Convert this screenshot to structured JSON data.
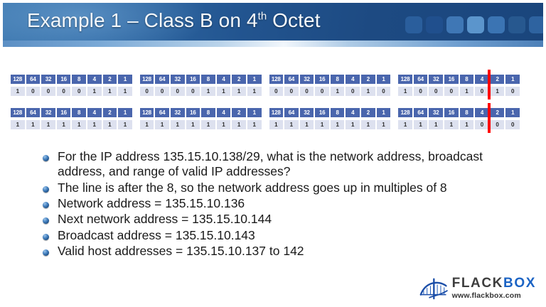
{
  "header": {
    "title_main": "Example 1 – Class B on 4",
    "title_sup": "th",
    "title_tail": " Octet",
    "squares": [
      {
        "name": "square-1",
        "color": "#2a5e9c"
      },
      {
        "name": "square-2",
        "color": "#204f8d"
      },
      {
        "name": "square-3",
        "color": "#3f77b5"
      },
      {
        "name": "square-4",
        "color": "#5b95cc"
      },
      {
        "name": "square-5",
        "color": "#3b74b3"
      },
      {
        "name": "square-6",
        "color": "#27588f"
      },
      {
        "name": "square-7",
        "color": "#2e63a0"
      }
    ]
  },
  "bit_tables": {
    "place_values": [
      "128",
      "64",
      "32",
      "16",
      "8",
      "4",
      "2",
      "1"
    ],
    "red_line_color": "#ff0000",
    "rows": [
      {
        "label": "ip-address-bits",
        "meaning": "135.15.10.138",
        "octets": [
          {
            "name": "octet-1",
            "bits": [
              "1",
              "0",
              "0",
              "0",
              "0",
              "1",
              "1",
              "1"
            ]
          },
          {
            "name": "octet-2",
            "bits": [
              "0",
              "0",
              "0",
              "0",
              "1",
              "1",
              "1",
              "1"
            ]
          },
          {
            "name": "octet-3",
            "bits": [
              "0",
              "0",
              "0",
              "0",
              "1",
              "0",
              "1",
              "0"
            ]
          },
          {
            "name": "octet-4",
            "bits": [
              "1",
              "0",
              "0",
              "0",
              "1",
              "0",
              "1",
              "0"
            ]
          }
        ]
      },
      {
        "label": "subnet-mask-bits",
        "meaning": "/29",
        "octets": [
          {
            "name": "octet-1",
            "bits": [
              "1",
              "1",
              "1",
              "1",
              "1",
              "1",
              "1",
              "1"
            ]
          },
          {
            "name": "octet-2",
            "bits": [
              "1",
              "1",
              "1",
              "1",
              "1",
              "1",
              "1",
              "1"
            ]
          },
          {
            "name": "octet-3",
            "bits": [
              "1",
              "1",
              "1",
              "1",
              "1",
              "1",
              "1",
              "1"
            ]
          },
          {
            "name": "octet-4",
            "bits": [
              "1",
              "1",
              "1",
              "1",
              "1",
              "0",
              "0",
              "0"
            ]
          }
        ]
      }
    ]
  },
  "bullets": [
    "For the IP address 135.15.10.138/29, what is the network address, broadcast address, and range of valid IP addresses?",
    "The line is after the 8, so the network address goes up in multiples of 8",
    "Network address = 135.15.10.136",
    "Next network address = 135.15.10.144",
    "Broadcast address = 135.15.10.143",
    "Valid host addresses = 135.15.10.137 to 142"
  ],
  "logo": {
    "word_first": "FLACK",
    "word_second": "BOX",
    "url": "www.flackbox.com",
    "mark_color": "#1b4ea8"
  }
}
